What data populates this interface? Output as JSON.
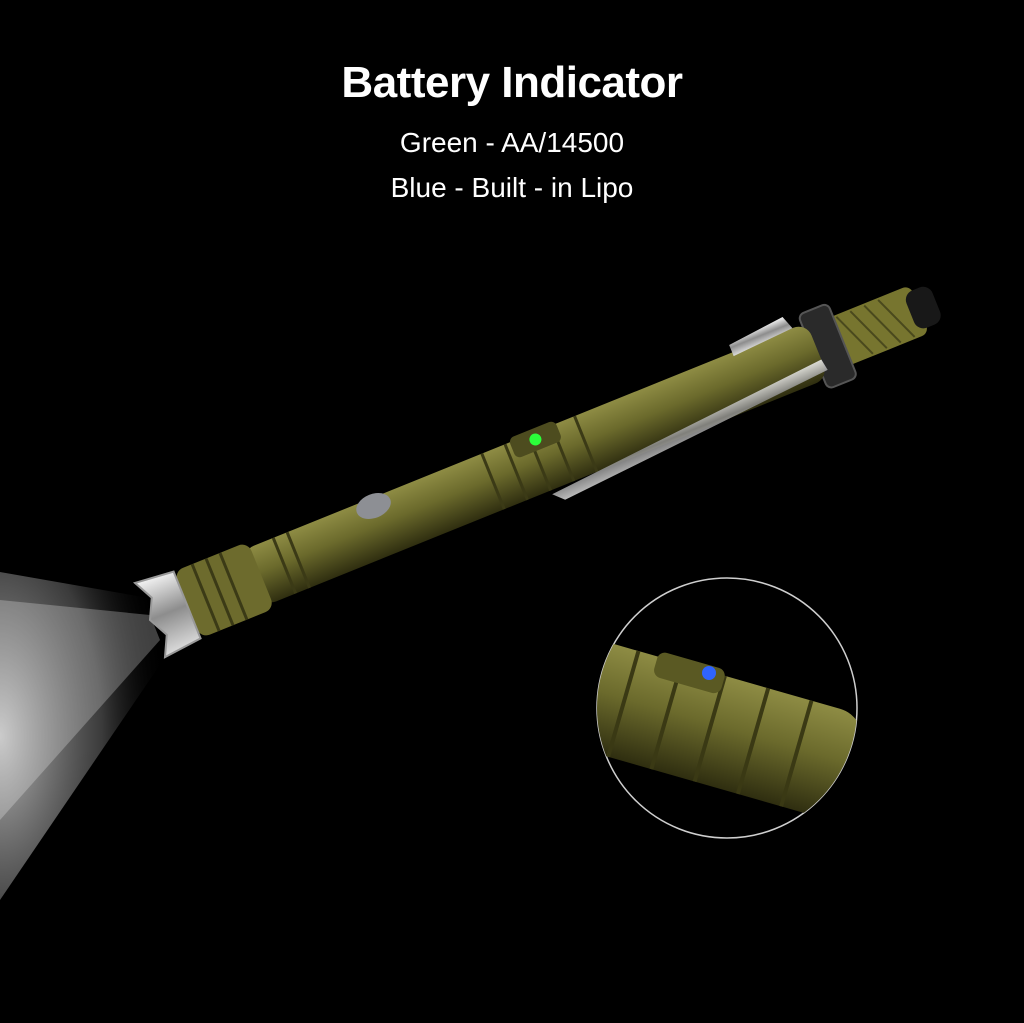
{
  "heading": {
    "title": "Battery Indicator",
    "lines": [
      "Green - AA/14500",
      "Blue - Built - in Lipo"
    ]
  },
  "product": {
    "body_color": "#6b6a2c",
    "indicator_green": "#2bff3a",
    "indicator_blue": "#2f64ff",
    "beam_color": "#cfcfcf",
    "icons": [
      "flashlight-body",
      "battery-indicator-green",
      "battery-indicator-blue",
      "magnified-inset"
    ]
  }
}
